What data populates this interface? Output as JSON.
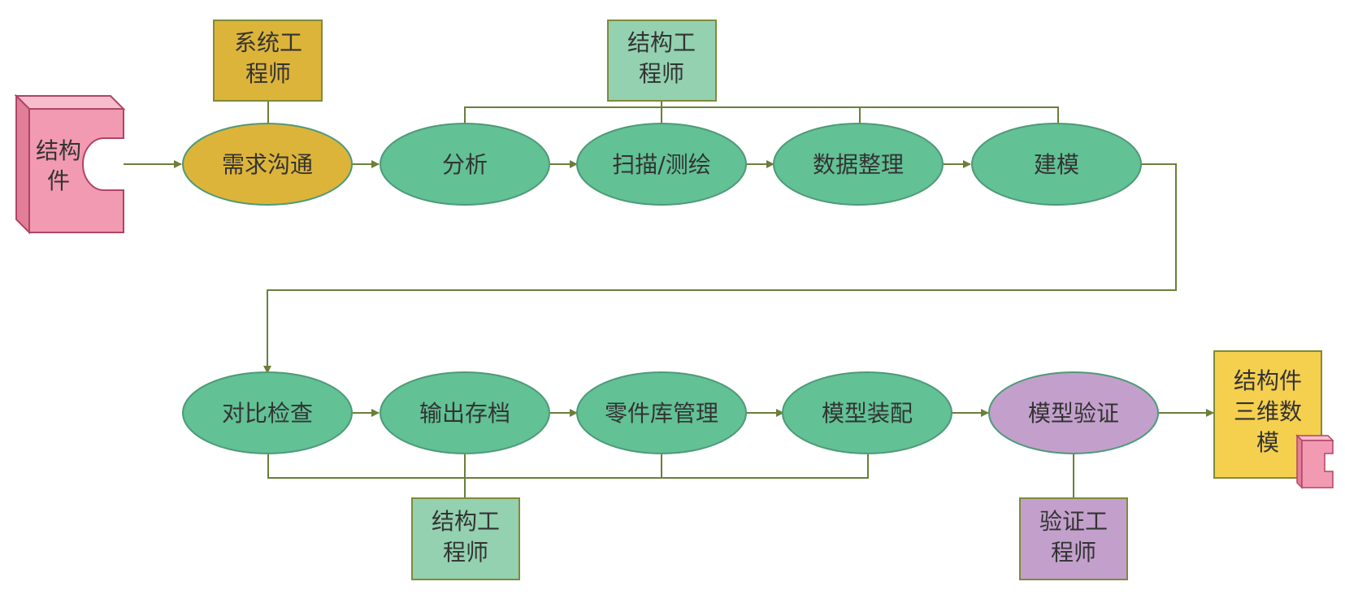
{
  "diagram": {
    "inputs": {
      "part_label": [
        "结构",
        "件"
      ],
      "output_label": [
        "结构件",
        "三维数",
        "模"
      ]
    },
    "roles": {
      "system_engineer": [
        "系统工",
        "程师"
      ],
      "structural_engineer_top": [
        "结构工",
        "程师"
      ],
      "structural_engineer_bottom": [
        "结构工",
        "程师"
      ],
      "verification_engineer": [
        "验证工",
        "程师"
      ]
    },
    "steps": {
      "requirements": "需求沟通",
      "analysis": "分析",
      "scan": "扫描/测绘",
      "data": "数据整理",
      "modeling": "建模",
      "compare": "对比检查",
      "archive": "输出存档",
      "library": "零件库管理",
      "assembly": "模型装配",
      "verify": "模型验证"
    },
    "colors": {
      "process": "#62C195",
      "process_border": "#4E9A78",
      "requirements": "#DDB43A",
      "verify": "#C3A0CC",
      "engineer_green": "#93D1B0",
      "system_engineer": "#DDB43A",
      "verification_engineer": "#C3A0CC",
      "part_pink": "#F29AB1",
      "output_yellow": "#F5CF4E",
      "connector": "#6A7F3A"
    }
  }
}
